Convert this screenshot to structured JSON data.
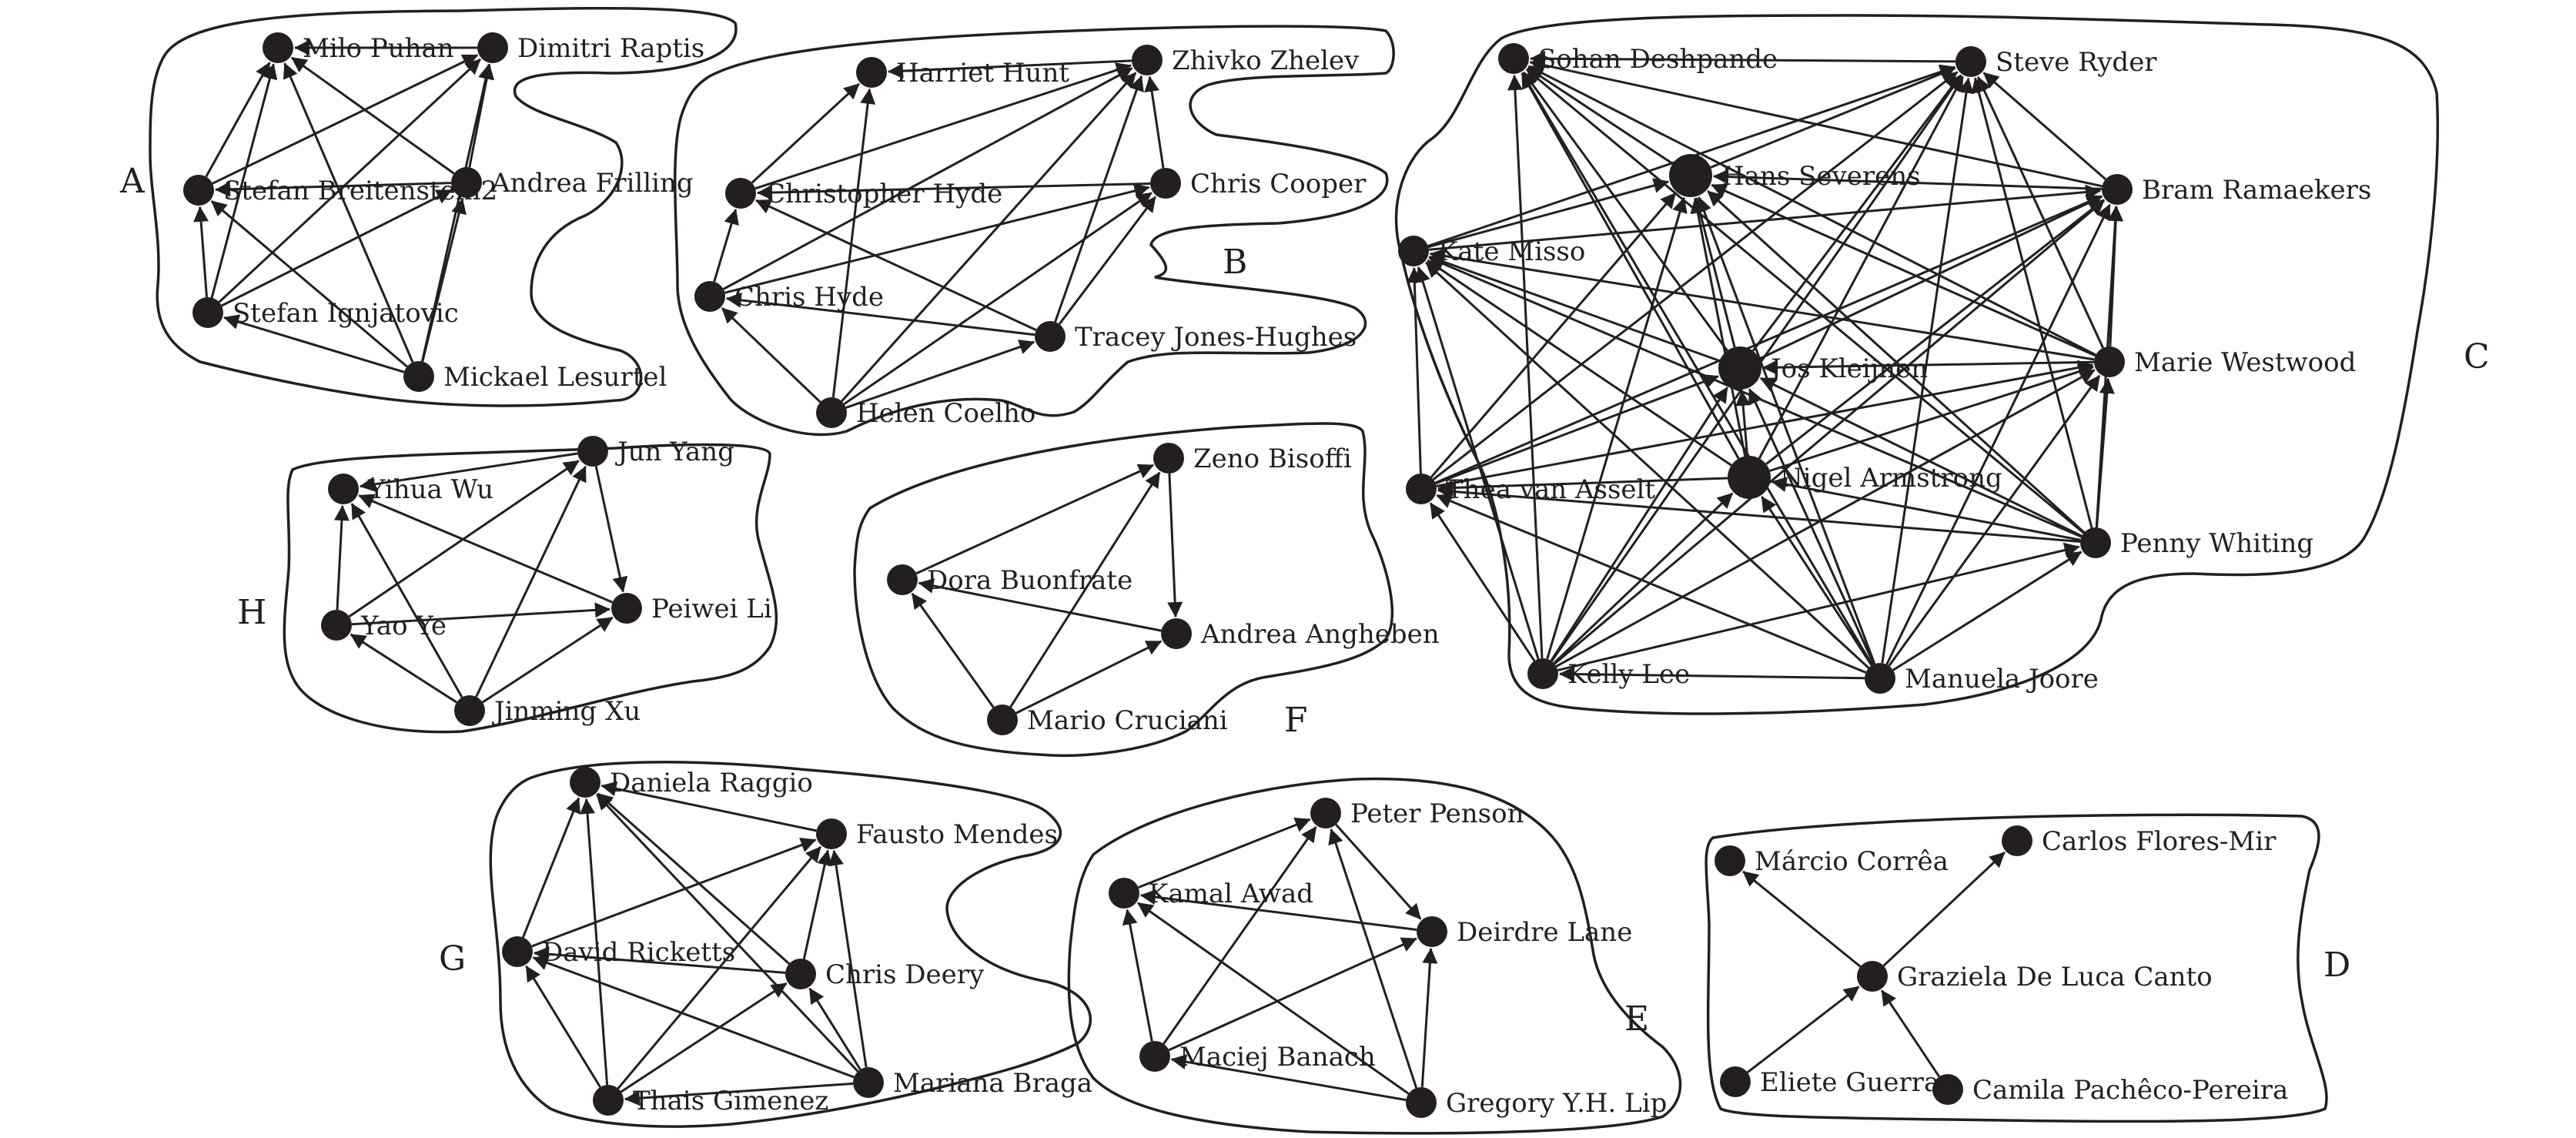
{
  "clusters": [
    {
      "id": "A",
      "label": "A",
      "nodes": [
        {
          "id": "milo",
          "label": "Milo Puhan"
        },
        {
          "id": "dimitri",
          "label": "Dimitri Raptis"
        },
        {
          "id": "stefanb",
          "label": "Stefan Breitenstein2"
        },
        {
          "id": "andreaf",
          "label": "Andrea Frilling"
        },
        {
          "id": "stefani",
          "label": "Stefan Ignjatovic"
        },
        {
          "id": "mickael",
          "label": "Mickael Lesurtel"
        }
      ],
      "edges": [
        [
          "dimitri",
          "milo"
        ],
        [
          "andreaf",
          "milo"
        ],
        [
          "stefani",
          "milo"
        ],
        [
          "mickael",
          "milo"
        ],
        [
          "stefanb",
          "milo"
        ],
        [
          "stefanb",
          "dimitri"
        ],
        [
          "andreaf",
          "dimitri"
        ],
        [
          "stefani",
          "dimitri"
        ],
        [
          "mickael",
          "dimitri"
        ],
        [
          "andreaf",
          "stefanb"
        ],
        [
          "stefani",
          "stefanb"
        ],
        [
          "mickael",
          "stefanb"
        ],
        [
          "stefani",
          "andreaf"
        ],
        [
          "mickael",
          "andreaf"
        ],
        [
          "mickael",
          "stefani"
        ]
      ]
    },
    {
      "id": "B",
      "label": "B",
      "nodes": [
        {
          "id": "harriet",
          "label": "Harriet Hunt"
        },
        {
          "id": "zhivko",
          "label": "Zhivko Zhelev"
        },
        {
          "id": "christopher",
          "label": "Christopher Hyde"
        },
        {
          "id": "chriscooper",
          "label": "Chris Cooper"
        },
        {
          "id": "chrishyde",
          "label": "Chris Hyde"
        },
        {
          "id": "tracey",
          "label": "Tracey Jones-Hughes"
        },
        {
          "id": "helen",
          "label": "Helen Coelho"
        }
      ],
      "edges": [
        [
          "zhivko",
          "harriet"
        ],
        [
          "christopher",
          "harriet"
        ],
        [
          "helen",
          "harriet"
        ],
        [
          "christopher",
          "zhivko"
        ],
        [
          "chriscooper",
          "zhivko"
        ],
        [
          "chrishyde",
          "zhivko"
        ],
        [
          "tracey",
          "zhivko"
        ],
        [
          "helen",
          "zhivko"
        ],
        [
          "chriscooper",
          "christopher"
        ],
        [
          "tracey",
          "christopher"
        ],
        [
          "chrishyde",
          "christopher"
        ],
        [
          "chrishyde",
          "chriscooper"
        ],
        [
          "tracey",
          "chriscooper"
        ],
        [
          "helen",
          "chriscooper"
        ],
        [
          "tracey",
          "chrishyde"
        ],
        [
          "helen",
          "chrishyde"
        ],
        [
          "helen",
          "tracey"
        ]
      ]
    },
    {
      "id": "C",
      "label": "C",
      "nodes": [
        {
          "id": "sohan",
          "label": "Sohan Deshpande"
        },
        {
          "id": "steve",
          "label": "Steve Ryder"
        },
        {
          "id": "hans",
          "label": "Hans Severens"
        },
        {
          "id": "bram",
          "label": "Bram Ramaekers"
        },
        {
          "id": "kate",
          "label": "Kate Misso"
        },
        {
          "id": "jos",
          "label": "Jos Kleijnen"
        },
        {
          "id": "marie",
          "label": "Marie Westwood"
        },
        {
          "id": "thea",
          "label": "Thea van Asselt"
        },
        {
          "id": "nigel",
          "label": "Nigel Armstrong"
        },
        {
          "id": "penny",
          "label": "Penny Whiting"
        },
        {
          "id": "kelly",
          "label": "Kelly Lee"
        },
        {
          "id": "manuela",
          "label": "Manuela Joore"
        }
      ],
      "edges": [
        [
          "steve",
          "sohan"
        ],
        [
          "hans",
          "sohan"
        ],
        [
          "bram",
          "sohan"
        ],
        [
          "jos",
          "sohan"
        ],
        [
          "nigel",
          "sohan"
        ],
        [
          "penny",
          "sohan"
        ],
        [
          "manuela",
          "sohan"
        ],
        [
          "marie",
          "sohan"
        ],
        [
          "kelly",
          "sohan"
        ],
        [
          "hans",
          "steve"
        ],
        [
          "kate",
          "steve"
        ],
        [
          "jos",
          "steve"
        ],
        [
          "thea",
          "steve"
        ],
        [
          "nigel",
          "steve"
        ],
        [
          "marie",
          "steve"
        ],
        [
          "penny",
          "steve"
        ],
        [
          "manuela",
          "steve"
        ],
        [
          "kelly",
          "steve"
        ],
        [
          "bram",
          "steve"
        ],
        [
          "kate",
          "hans"
        ],
        [
          "bram",
          "hans"
        ],
        [
          "jos",
          "hans"
        ],
        [
          "marie",
          "hans"
        ],
        [
          "thea",
          "hans"
        ],
        [
          "nigel",
          "hans"
        ],
        [
          "penny",
          "hans"
        ],
        [
          "kelly",
          "hans"
        ],
        [
          "manuela",
          "hans"
        ],
        [
          "kate",
          "bram"
        ],
        [
          "jos",
          "bram"
        ],
        [
          "thea",
          "bram"
        ],
        [
          "nigel",
          "bram"
        ],
        [
          "marie",
          "bram"
        ],
        [
          "penny",
          "bram"
        ],
        [
          "kelly",
          "bram"
        ],
        [
          "manuela",
          "bram"
        ],
        [
          "jos",
          "kate"
        ],
        [
          "marie",
          "kate"
        ],
        [
          "thea",
          "kate"
        ],
        [
          "nigel",
          "kate"
        ],
        [
          "penny",
          "kate"
        ],
        [
          "kelly",
          "kate"
        ],
        [
          "manuela",
          "kate"
        ],
        [
          "marie",
          "jos"
        ],
        [
          "thea",
          "jos"
        ],
        [
          "nigel",
          "jos"
        ],
        [
          "penny",
          "jos"
        ],
        [
          "kelly",
          "jos"
        ],
        [
          "manuela",
          "jos"
        ],
        [
          "thea",
          "marie"
        ],
        [
          "nigel",
          "marie"
        ],
        [
          "penny",
          "marie"
        ],
        [
          "kelly",
          "marie"
        ],
        [
          "manuela",
          "marie"
        ],
        [
          "nigel",
          "thea"
        ],
        [
          "penny",
          "thea"
        ],
        [
          "kelly",
          "thea"
        ],
        [
          "manuela",
          "thea"
        ],
        [
          "penny",
          "nigel"
        ],
        [
          "kelly",
          "nigel"
        ],
        [
          "manuela",
          "nigel"
        ],
        [
          "kelly",
          "penny"
        ],
        [
          "manuela",
          "penny"
        ],
        [
          "manuela",
          "kelly"
        ]
      ]
    },
    {
      "id": "D",
      "label": "D",
      "nodes": [
        {
          "id": "marcio",
          "label": "Márcio Corrêa"
        },
        {
          "id": "carlos",
          "label": "Carlos Flores-Mir"
        },
        {
          "id": "graziela",
          "label": "Graziela De Luca Canto"
        },
        {
          "id": "eliete",
          "label": "Eliete Guerra"
        },
        {
          "id": "camila",
          "label": "Camila Pachêco-Pereira"
        }
      ],
      "edges": [
        [
          "graziela",
          "marcio"
        ],
        [
          "graziela",
          "carlos"
        ],
        [
          "eliete",
          "graziela"
        ],
        [
          "camila",
          "graziela"
        ]
      ]
    },
    {
      "id": "E",
      "label": "E",
      "nodes": [
        {
          "id": "peter",
          "label": "Peter Penson"
        },
        {
          "id": "kamal",
          "label": "Kamal Awad"
        },
        {
          "id": "deirdre",
          "label": "Deirdre Lane"
        },
        {
          "id": "maciej",
          "label": "Maciej Banach"
        },
        {
          "id": "gregory",
          "label": "Gregory Y.H. Lip"
        }
      ],
      "edges": [
        [
          "kamal",
          "peter"
        ],
        [
          "maciej",
          "peter"
        ],
        [
          "gregory",
          "peter"
        ],
        [
          "peter",
          "deirdre"
        ],
        [
          "deirdre",
          "kamal"
        ],
        [
          "maciej",
          "kamal"
        ],
        [
          "gregory",
          "kamal"
        ],
        [
          "maciej",
          "deirdre"
        ],
        [
          "gregory",
          "deirdre"
        ],
        [
          "gregory",
          "maciej"
        ]
      ]
    },
    {
      "id": "F",
      "label": "F",
      "nodes": [
        {
          "id": "zeno",
          "label": "Zeno Bisoffi"
        },
        {
          "id": "dora",
          "label": "Dora Buonfrate"
        },
        {
          "id": "andreaa",
          "label": "Andrea Angheben"
        },
        {
          "id": "mario",
          "label": "Mario Cruciani"
        }
      ],
      "edges": [
        [
          "dora",
          "zeno"
        ],
        [
          "zeno",
          "andreaa"
        ],
        [
          "mario",
          "zeno"
        ],
        [
          "andreaa",
          "dora"
        ],
        [
          "mario",
          "dora"
        ],
        [
          "mario",
          "andreaa"
        ]
      ]
    },
    {
      "id": "G",
      "label": "G",
      "nodes": [
        {
          "id": "daniela",
          "label": "Daniela Raggio"
        },
        {
          "id": "fausto",
          "label": "Fausto Mendes"
        },
        {
          "id": "david",
          "label": "David Ricketts"
        },
        {
          "id": "chrisdeery",
          "label": "Chris Deery"
        },
        {
          "id": "thais",
          "label": "Thais Gimenez"
        },
        {
          "id": "mariana",
          "label": "Mariana Braga"
        }
      ],
      "edges": [
        [
          "fausto",
          "daniela"
        ],
        [
          "david",
          "daniela"
        ],
        [
          "chrisdeery",
          "daniela"
        ],
        [
          "thais",
          "daniela"
        ],
        [
          "mariana",
          "daniela"
        ],
        [
          "david",
          "fausto"
        ],
        [
          "chrisdeery",
          "fausto"
        ],
        [
          "thais",
          "fausto"
        ],
        [
          "mariana",
          "fausto"
        ],
        [
          "chrisdeery",
          "david"
        ],
        [
          "thais",
          "david"
        ],
        [
          "mariana",
          "david"
        ],
        [
          "thais",
          "chrisdeery"
        ],
        [
          "mariana",
          "chrisdeery"
        ],
        [
          "mariana",
          "thais"
        ]
      ]
    },
    {
      "id": "H",
      "label": "H",
      "nodes": [
        {
          "id": "yihua",
          "label": "Yihua Wu"
        },
        {
          "id": "junyang",
          "label": "Jun Yang"
        },
        {
          "id": "yaoye",
          "label": "Yao Ye"
        },
        {
          "id": "peiwei",
          "label": "Peiwei Li"
        },
        {
          "id": "jinming",
          "label": "Jinming Xu"
        }
      ],
      "edges": [
        [
          "junyang",
          "yihua"
        ],
        [
          "yaoye",
          "yihua"
        ],
        [
          "peiwei",
          "yihua"
        ],
        [
          "jinming",
          "yihua"
        ],
        [
          "yaoye",
          "junyang"
        ],
        [
          "junyang",
          "peiwei"
        ],
        [
          "jinming",
          "junyang"
        ],
        [
          "yaoye",
          "peiwei"
        ],
        [
          "jinming",
          "yaoye"
        ],
        [
          "jinming",
          "peiwei"
        ]
      ]
    }
  ]
}
